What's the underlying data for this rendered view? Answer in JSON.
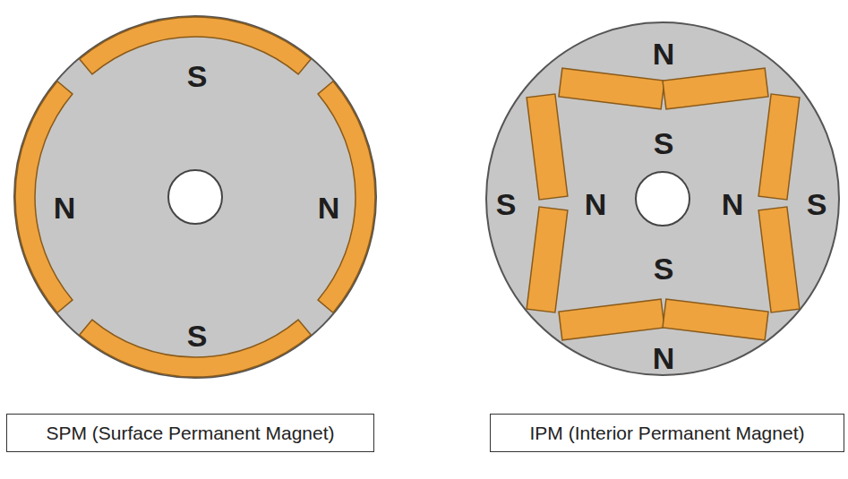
{
  "diagram": {
    "nodes": [
      {
        "text": [
          "S",
          "N",
          "N",
          "S"
        ]
      },
      {
        "text": [
          "N",
          "S",
          "S",
          "N",
          "N",
          "S",
          "S",
          "N"
        ]
      },
      {
        "text": [
          "SPM (Surface Permanent Magnet)"
        ]
      },
      {
        "text": [
          "IPM (Interior Permanent Magnet)"
        ]
      }
    ]
  }
}
